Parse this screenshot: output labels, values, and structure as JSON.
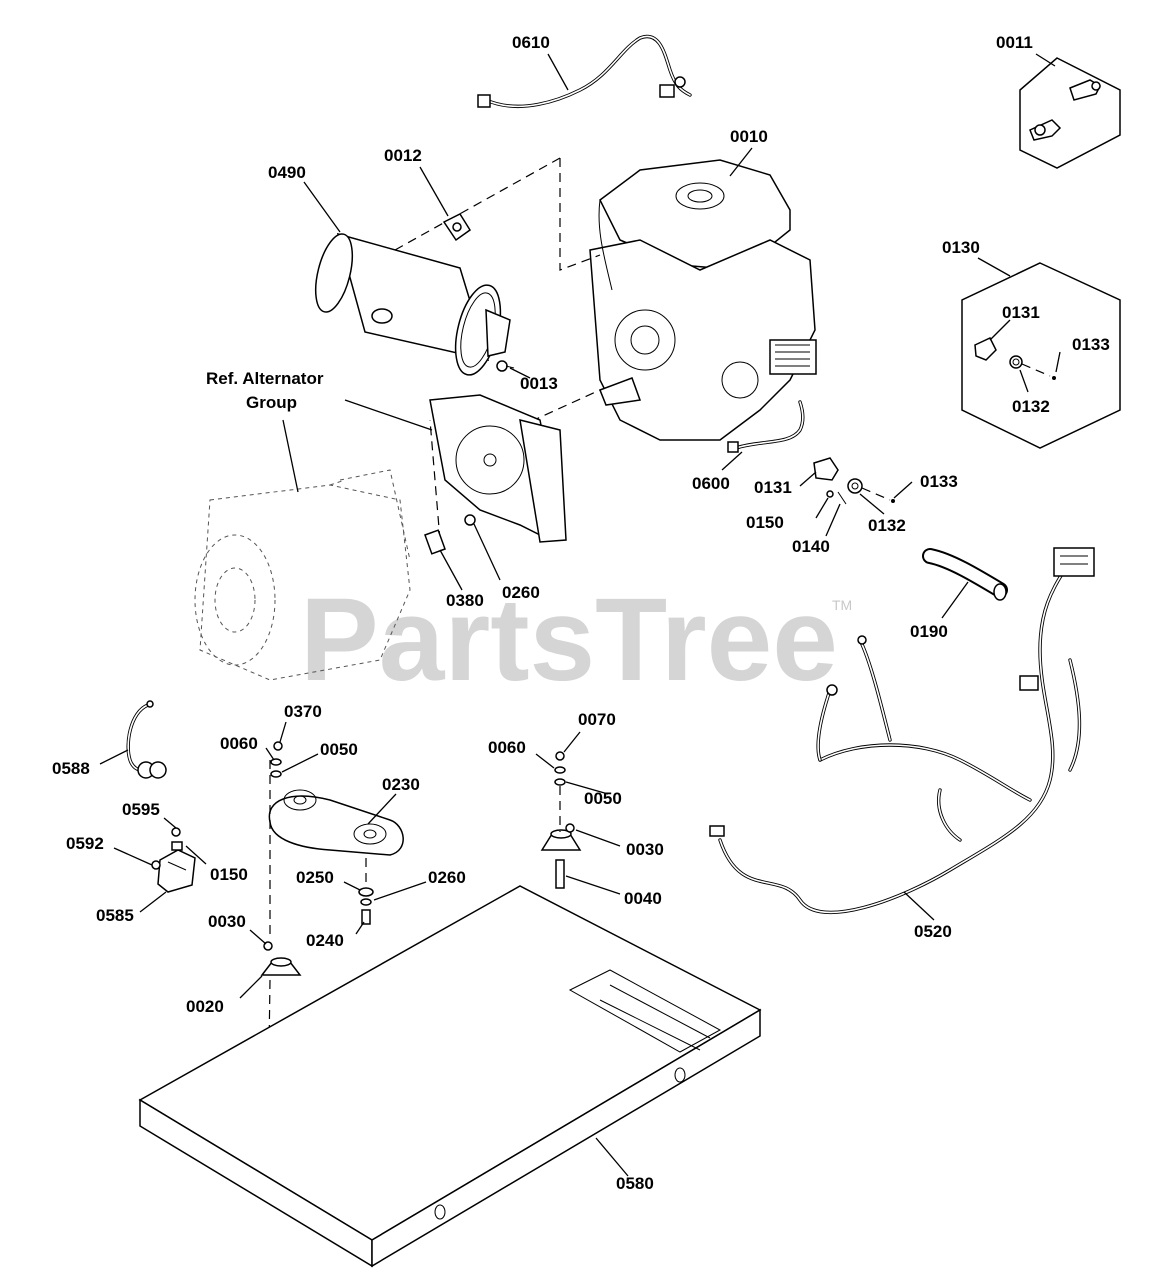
{
  "watermark": {
    "text": "PartsTree",
    "trademark": "TM"
  },
  "callouts": {
    "p0610": "0610",
    "p0011": "0011",
    "p0010": "0010",
    "p0012": "0012",
    "p0490": "0490",
    "p0130": "0130",
    "p0131_kit": "0131",
    "p0133_kit": "0133",
    "p0132_kit": "0132",
    "p0013": "0013",
    "ref_alt_line1": "Ref. Alternator",
    "ref_alt_line2": "Group",
    "p0600": "0600",
    "p0131": "0131",
    "p0133": "0133",
    "p0150_top": "0150",
    "p0132": "0132",
    "p0140": "0140",
    "p0380": "0380",
    "p0260_top": "0260",
    "p0190": "0190",
    "p0370": "0370",
    "p0060_left": "0060",
    "p0050_left": "0050",
    "p0230": "0230",
    "p0588": "0588",
    "p0070": "0070",
    "p0060_right": "0060",
    "p0050_right": "0050",
    "p0595": "0595",
    "p0592": "0592",
    "p0150": "0150",
    "p0585": "0585",
    "p0030_right": "0030",
    "p0250": "0250",
    "p0260": "0260",
    "p0040": "0040",
    "p0240": "0240",
    "p0030_left": "0030",
    "p0020": "0020",
    "p0520": "0520",
    "p0580": "0580"
  }
}
